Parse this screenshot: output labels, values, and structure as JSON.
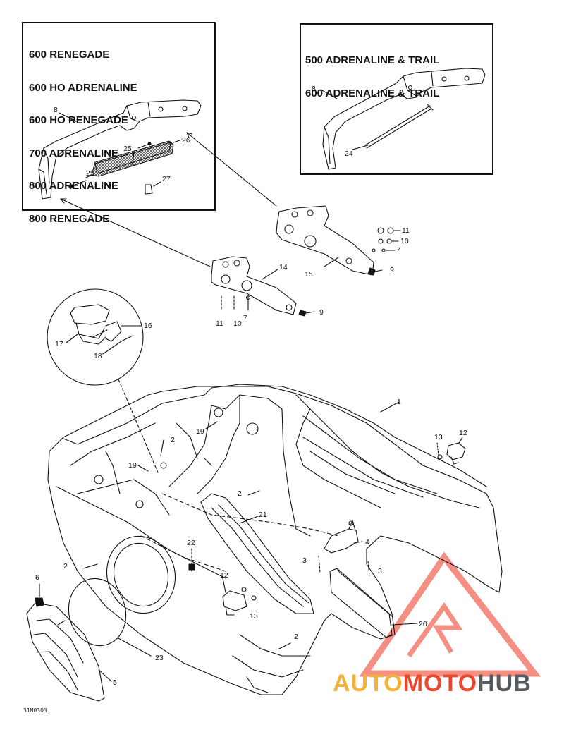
{
  "left_box": {
    "models": [
      "600 RENEGADE",
      "600 HO ADRENALINE",
      "600 HO RENEGADE",
      "700 ADRENALINE",
      "800 ADRENALINE",
      "800 RENEGADE"
    ]
  },
  "right_box": {
    "models": [
      "500 ADRENALINE & TRAIL",
      "600 ADRENALINE & TRAIL"
    ]
  },
  "callouts": {
    "c1": "1",
    "c2a": "2",
    "c2b": "2",
    "c2c": "2",
    "c2d": "2",
    "c3a": "3",
    "c3b": "3",
    "c4": "4",
    "c5": "5",
    "c6": "6",
    "c7a": "7",
    "c7b": "7",
    "c8a": "8",
    "c8b": "8",
    "c9a": "9",
    "c9b": "9",
    "c10a": "10",
    "c10b": "10",
    "c11a": "11",
    "c11b": "11",
    "c12a": "12",
    "c12b": "12",
    "c13a": "13",
    "c13b": "13",
    "c14": "14",
    "c15": "15",
    "c16": "16",
    "c17": "17",
    "c18": "18",
    "c19a": "19",
    "c19b": "19",
    "c20": "20",
    "c21": "21",
    "c22": "22",
    "c23": "23",
    "c24": "24",
    "c25a": "25",
    "c25b": "25",
    "c26": "26",
    "c27": "27"
  },
  "drawing_code": "31M0303",
  "watermark": {
    "part1": "AUTO",
    "part2": "MOTO",
    "part3": "HUB"
  },
  "colors": {
    "line": "#111111",
    "watermark_red": "#e8472d",
    "watermark_orange": "#f2b23a",
    "watermark_gray": "#555a5f"
  }
}
